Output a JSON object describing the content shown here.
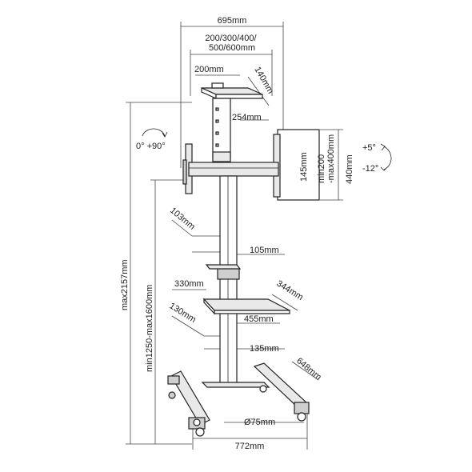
{
  "labels": {
    "overall_width": "695mm",
    "vesa": "200/300/400/\n500/600mm",
    "top_w1": "200mm",
    "top_w2": "140mm",
    "top_h": "254mm",
    "rotation": "0° +90°",
    "tilt_up": "+5°",
    "tilt_down": "-12°",
    "bracket_h": "145mm",
    "screen_range": "min200\n-max400mm",
    "screen_h": "440mm",
    "shelf1_side": "103mm",
    "shelf1_w": "105mm",
    "shelf2_w1": "330mm",
    "shelf2_w2": "344mm",
    "shelf2_side": "130mm",
    "shelf2_w3": "455mm",
    "pole": "135mm",
    "max_height": "max2157mm",
    "height_range": "min1250-max1600mm",
    "base_depth": "648mm",
    "wheel": "Ø75mm",
    "base_width": "772mm"
  }
}
